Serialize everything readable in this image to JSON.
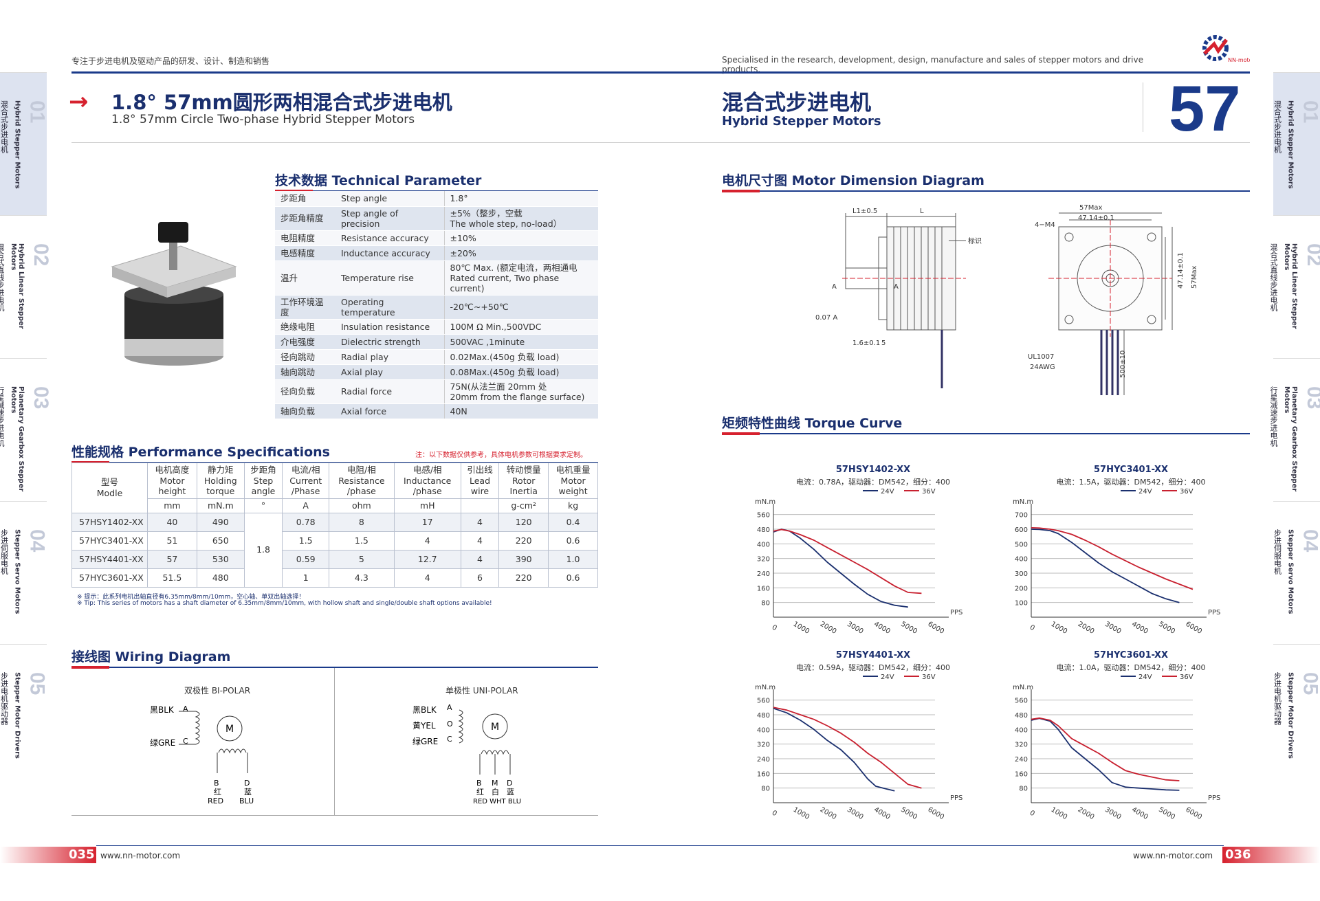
{
  "header": {
    "left_slogan": "专注于步进电机及驱动产品的研发、设计、制造和销售",
    "right_slogan": "Specialised in the research, development, design, manufacture and sales of stepper motors and drive products.",
    "logo_text": "NN-motor"
  },
  "title": {
    "cn": "1.8° 57mm圆形两相混合式步进电机",
    "en": "1.8° 57mm Circle Two-phase Hybrid Stepper Motors",
    "right_cn": "混合式步进电机",
    "right_en": "Hybrid Stepper Motors",
    "big_num": "57"
  },
  "side_tabs_left": [
    {
      "num": "01",
      "en": "Hybrid Stepper Motors",
      "cn": "混合式步进电机"
    },
    {
      "num": "02",
      "en": "Hybrid Linear Stepper Motors",
      "cn": "混合式直线步进电机"
    },
    {
      "num": "03",
      "en": "Planetary Gearbox Stepper Motors",
      "cn": "行星减速步进电机"
    },
    {
      "num": "04",
      "en": "Stepper Servo Motors",
      "cn": "步进伺服电机"
    },
    {
      "num": "05",
      "en": "Stepper Motor Drivers",
      "cn": "步进电机驱动器"
    }
  ],
  "tech": {
    "heading": "技术数据 Technical Parameter",
    "rows": [
      {
        "cn": "步距角",
        "en": "Step angle",
        "v1": "1.8°",
        "v2": ""
      },
      {
        "cn": "步距角精度",
        "en": "Step angle of precision",
        "v1": "±5%（整步，空载",
        "v2": "The whole step, no-load）"
      },
      {
        "cn": "电阻精度",
        "en": "Resistance accuracy",
        "v1": "±10%",
        "v2": ""
      },
      {
        "cn": "电感精度",
        "en": "Inductance accuracy",
        "v1": "±20%",
        "v2": ""
      },
      {
        "cn": "温升",
        "en": "Temperature rise",
        "v1": "80℃ Max. (额定电流，两相通电",
        "v2": "Rated current, Two phase current)"
      },
      {
        "cn": "工作环境温度",
        "en": "Operating temperature",
        "v1": "-20℃~+50℃",
        "v2": ""
      },
      {
        "cn": "绝缘电阻",
        "en": "Insulation resistance",
        "v1": "100M Ω  Min.,500VDC",
        "v2": ""
      },
      {
        "cn": "介电强度",
        "en": "Dielectric strength",
        "v1": "500VAC ,1minute",
        "v2": ""
      },
      {
        "cn": "径向跳动",
        "en": "Radial play",
        "v1": "0.02Max.(450g 负载  load)",
        "v2": ""
      },
      {
        "cn": "轴向跳动",
        "en": "Axial play",
        "v1": "0.08Max.(450g 负载  load)",
        "v2": ""
      },
      {
        "cn": "径向负载",
        "en": "Radial force",
        "v1": "75N(从法兰面 20mm 处",
        "v2": "20mm from the flange surface)"
      },
      {
        "cn": "轴向负载",
        "en": "Axial force",
        "v1": "40N",
        "v2": ""
      }
    ]
  },
  "perf": {
    "heading": "性能规格 Performance Specifications",
    "note": "注：以下数据仅供参考，具体电机参数可根据要求定制。",
    "headers": [
      [
        "型号",
        "Modle"
      ],
      [
        "电机高度",
        "Motor",
        "height"
      ],
      [
        "静力矩",
        "Holding",
        "torque"
      ],
      [
        "步距角",
        "Step",
        "angle"
      ],
      [
        "电流/相",
        "Current",
        "/Phase"
      ],
      [
        "电阻/相",
        "Resistance",
        "/phase"
      ],
      [
        "电感/相",
        "Inductance",
        "/phase"
      ],
      [
        "引出线",
        "Lead",
        "wire"
      ],
      [
        "转动惯量",
        "Rotor",
        "Inertia"
      ],
      [
        "电机重量",
        "Motor",
        "weight"
      ]
    ],
    "units": [
      "mm",
      "mN.m",
      "°",
      "A",
      "ohm",
      "mH",
      "",
      "g-cm²",
      "kg"
    ],
    "step_angle": "1.8",
    "rows": [
      [
        "57HSY1402-XX",
        "40",
        "490",
        "0.78",
        "8",
        "17",
        "4",
        "120",
        "0.4"
      ],
      [
        "57HYC3401-XX",
        "51",
        "650",
        "1.5",
        "1.5",
        "4",
        "4",
        "220",
        "0.6"
      ],
      [
        "57HSY4401-XX",
        "57",
        "530",
        "0.59",
        "5",
        "12.7",
        "4",
        "390",
        "1.0"
      ],
      [
        "57HYC3601-XX",
        "51.5",
        "480",
        "1",
        "4.3",
        "4",
        "6",
        "220",
        "0.6"
      ]
    ],
    "tip_cn": "※ 提示：此系列电机出轴直径有6.35mm/8mm/10mm，空心轴、单双出轴选择！",
    "tip_en": "※ Tip: This series of motors has a shaft diameter of 6.35mm/8mm/10mm, with hollow shaft and single/double shaft options available!"
  },
  "wiring": {
    "heading": "接线图 Wiring Diagram",
    "bipolar": "双极性 BI-POLAR",
    "unipolar": "单极性 UNI-POLAR",
    "bi_labels": {
      "blk": "黑BLK",
      "gre": "绿GRE",
      "a": "A",
      "c": "C",
      "b": "B",
      "d": "D",
      "red_cn": "红",
      "red": "RED",
      "blu_cn": "蓝",
      "blu": "BLU",
      "m": "M"
    },
    "uni_labels": {
      "blk": "黑BLK",
      "yel": "黄YEL",
      "gre": "绿GRE",
      "a": "A",
      "o": "O",
      "c": "C",
      "b": "B",
      "mm": "M",
      "d": "D",
      "red_cn": "红",
      "wht_cn": "白",
      "blu_cn": "蓝",
      "bottom": "RED WHT BLU",
      "m": "M"
    }
  },
  "dimension": {
    "heading": "电机尺寸图 Motor Dimension Diagram",
    "labels": [
      "L1±0.5",
      "L",
      "标识",
      "1.6±0.1",
      "5",
      "57Max",
      "47.14±0.1",
      "4−M4",
      "47.14±0.1",
      "57Max",
      "UL1007",
      "24AWG",
      "500±10",
      "0.07 A",
      "A",
      "A"
    ]
  },
  "torque": {
    "heading": "矩频特性曲线 Torque Curve",
    "legend": [
      "24V",
      "36V"
    ],
    "unit_y": "mN.m",
    "unit_x": "PPS"
  },
  "chart_data": [
    {
      "type": "line",
      "title": "57HSY1402-XX",
      "subtitle": "电流：0.78A，驱动器：DM542，细分：400",
      "ylabel": "mN.m",
      "xlabel": "PPS",
      "x_ticks": [
        0,
        1000,
        2000,
        3000,
        4000,
        5000,
        6000
      ],
      "y_ticks": [
        80,
        160,
        240,
        320,
        400,
        480,
        560
      ],
      "ylim": [
        0,
        600
      ],
      "xlim": [
        0,
        6000
      ],
      "series": [
        {
          "name": "24V",
          "color": "#1a2f6e",
          "x": [
            0,
            300,
            600,
            1000,
            1500,
            2000,
            2500,
            3000,
            3500,
            4000,
            4500,
            5000
          ],
          "y": [
            465,
            480,
            470,
            430,
            370,
            300,
            240,
            180,
            125,
            85,
            65,
            55
          ]
        },
        {
          "name": "36V",
          "color": "#c8202f",
          "x": [
            0,
            300,
            600,
            1000,
            1500,
            2000,
            2500,
            3000,
            3500,
            4000,
            4500,
            5000,
            5500
          ],
          "y": [
            470,
            478,
            470,
            450,
            420,
            380,
            340,
            300,
            260,
            215,
            170,
            135,
            130
          ]
        }
      ]
    },
    {
      "type": "line",
      "title": "57HYC3401-XX",
      "subtitle": "电流：1.5A，驱动器：DM542，细分：400",
      "ylabel": "mN.m",
      "xlabel": "PPS",
      "x_ticks": [
        0,
        1000,
        2000,
        3000,
        4000,
        5000,
        6000
      ],
      "y_ticks": [
        100,
        200,
        300,
        400,
        500,
        600,
        700
      ],
      "ylim": [
        0,
        750
      ],
      "xlim": [
        0,
        6000
      ],
      "series": [
        {
          "name": "24V",
          "color": "#1a2f6e",
          "x": [
            0,
            300,
            700,
            1000,
            1500,
            2000,
            2500,
            3000,
            3500,
            4000,
            4500,
            5000,
            5500
          ],
          "y": [
            600,
            598,
            590,
            570,
            510,
            440,
            370,
            310,
            260,
            210,
            160,
            125,
            100
          ]
        },
        {
          "name": "36V",
          "color": "#c8202f",
          "x": [
            0,
            300,
            700,
            1000,
            1500,
            2000,
            2500,
            3000,
            3500,
            4000,
            4500,
            5000,
            5500,
            6000
          ],
          "y": [
            610,
            608,
            600,
            590,
            565,
            525,
            480,
            430,
            385,
            340,
            300,
            260,
            225,
            190
          ]
        }
      ]
    },
    {
      "type": "line",
      "title": "57HSY4401-XX",
      "subtitle": "电流：0.59A，驱动器：DM542，细分：400",
      "ylabel": "mN.m",
      "xlabel": "PPS",
      "x_ticks": [
        0,
        1000,
        2000,
        3000,
        4000,
        5000,
        6000
      ],
      "y_ticks": [
        80,
        160,
        240,
        320,
        400,
        480,
        560
      ],
      "ylim": [
        0,
        600
      ],
      "xlim": [
        0,
        6000
      ],
      "series": [
        {
          "name": "24V",
          "color": "#1a2f6e",
          "x": [
            0,
            500,
            1000,
            1500,
            2000,
            2500,
            3000,
            3500,
            3800,
            4200,
            4500
          ],
          "y": [
            515,
            490,
            450,
            400,
            340,
            290,
            220,
            130,
            90,
            75,
            65
          ]
        },
        {
          "name": "36V",
          "color": "#c8202f",
          "x": [
            0,
            500,
            1000,
            1500,
            2000,
            2500,
            3000,
            3500,
            4000,
            4500,
            5000,
            5500
          ],
          "y": [
            520,
            505,
            480,
            455,
            420,
            380,
            330,
            270,
            220,
            160,
            100,
            80
          ]
        }
      ]
    },
    {
      "type": "line",
      "title": "57HYC3601-XX",
      "subtitle": "电流：1.0A，驱动器：DM542，细分：400",
      "ylabel": "mN.m",
      "xlabel": "PPS",
      "x_ticks": [
        0,
        1000,
        2000,
        3000,
        4000,
        5000,
        6000
      ],
      "y_ticks": [
        80,
        160,
        240,
        320,
        400,
        480,
        560
      ],
      "ylim": [
        0,
        600
      ],
      "xlim": [
        0,
        6000
      ],
      "series": [
        {
          "name": "24V",
          "color": "#1a2f6e",
          "x": [
            0,
            300,
            700,
            1000,
            1500,
            2000,
            2500,
            3000,
            3500,
            4000,
            4500,
            5000,
            5500
          ],
          "y": [
            450,
            460,
            445,
            400,
            300,
            240,
            180,
            110,
            85,
            80,
            75,
            70,
            68
          ]
        },
        {
          "name": "36V",
          "color": "#c8202f",
          "x": [
            0,
            300,
            700,
            1000,
            1500,
            2000,
            2500,
            3000,
            3500,
            4000,
            4500,
            5000,
            5500
          ],
          "y": [
            455,
            462,
            450,
            420,
            350,
            310,
            270,
            220,
            175,
            155,
            140,
            125,
            120
          ]
        }
      ]
    }
  ],
  "footer": {
    "left_page": "035",
    "left_url": "www.nn-motor.com",
    "right_url": "www.nn-motor.com",
    "right_page": "036"
  }
}
